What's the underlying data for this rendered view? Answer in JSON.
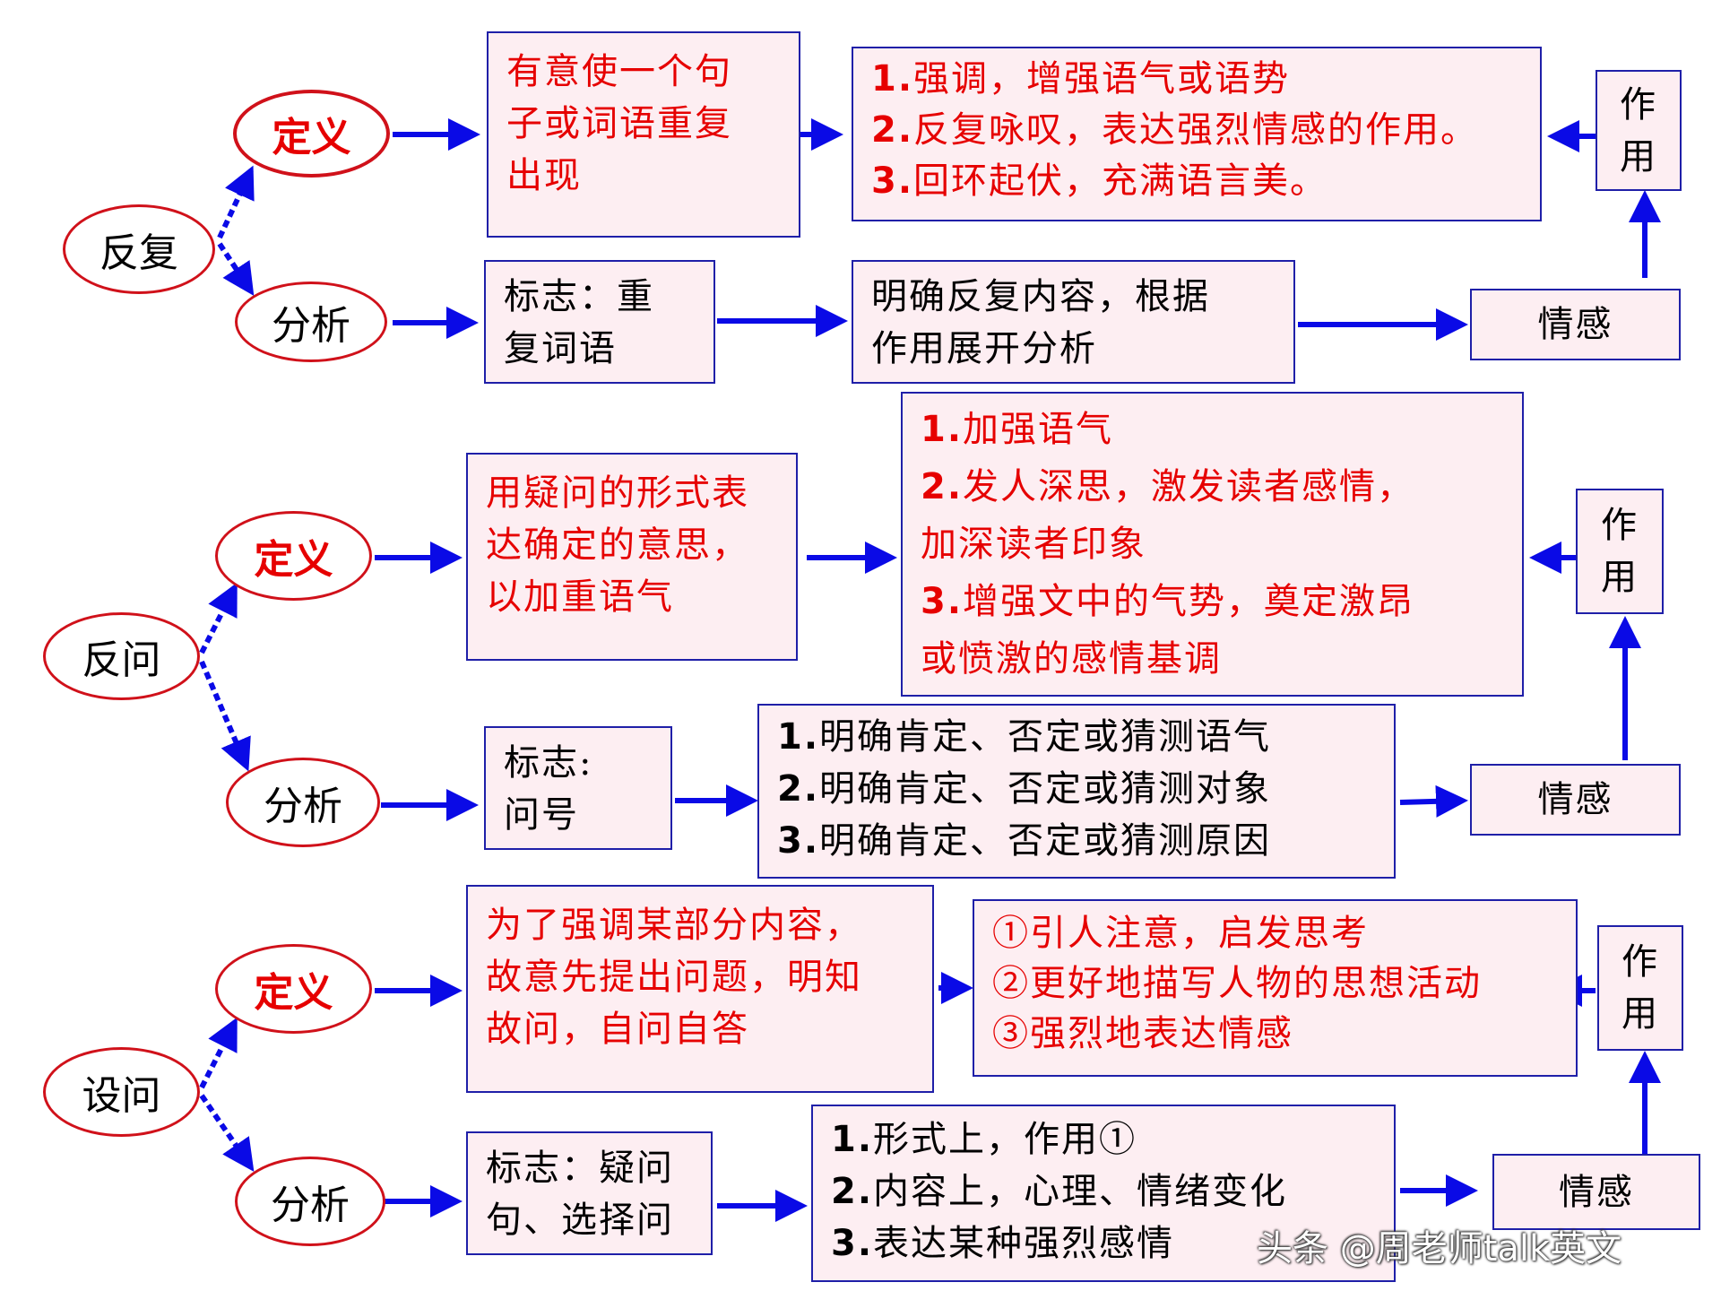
{
  "sections": [
    {
      "term": "反复",
      "definition_label": "定义",
      "analysis_label": "分析",
      "definition": [
        "有意使一个句",
        "子或词语重复",
        "出现"
      ],
      "functions": [
        "强调，增强语气或语势",
        "反复咏叹，表达强烈情感的作用。",
        "回环起伏，充满语言美。"
      ],
      "marker": [
        "标志：重",
        "复词语"
      ],
      "analysis": [
        "明确反复内容，根据",
        "作用展开分析"
      ],
      "emotion": "情感",
      "effect": [
        "作",
        "用"
      ]
    },
    {
      "term": "反问",
      "definition_label": "定义",
      "analysis_label": "分析",
      "definition": [
        "用疑问的形式表",
        "达确定的意思，",
        "以加重语气"
      ],
      "functions": [
        "加强语气",
        "发人深思，激发读者感情，",
        "加深读者印象",
        "增强文中的气势，奠定激昂",
        "或愤激的感情基调"
      ],
      "function_nums": [
        "1.",
        "2.",
        "",
        "3.",
        ""
      ],
      "marker": [
        "标志:",
        "问号"
      ],
      "analysis": [
        "明确肯定、否定或猜测语气",
        "明确肯定、否定或猜测对象",
        "明确肯定、否定或猜测原因"
      ],
      "emotion": "情感",
      "effect": [
        "作",
        "用"
      ]
    },
    {
      "term": "设问",
      "definition_label": "定义",
      "analysis_label": "分析",
      "definition": [
        "为了强调某部分内容，",
        "故意先提出问题，明知",
        "故问，自问自答"
      ],
      "functions": [
        "①引人注意，启发思考",
        "②更好地描写人物的思想活动",
        "③强烈地表达情感"
      ],
      "marker": [
        "标志：疑问",
        "句、选择问"
      ],
      "analysis": [
        "形式上，作用①",
        "内容上，心理、情绪变化",
        "表达某种强烈感情"
      ],
      "emotion": "情感",
      "effect": [
        "作",
        "用"
      ]
    }
  ],
  "numbers": [
    "1.",
    "2.",
    "3."
  ],
  "watermark": "头条 @周老师talk英文",
  "colors": {
    "accent_red": "#e60000",
    "arrow_blue": "#0a0ae6",
    "box_fill": "#fdeef2",
    "box_border": "#1f1fa8"
  }
}
